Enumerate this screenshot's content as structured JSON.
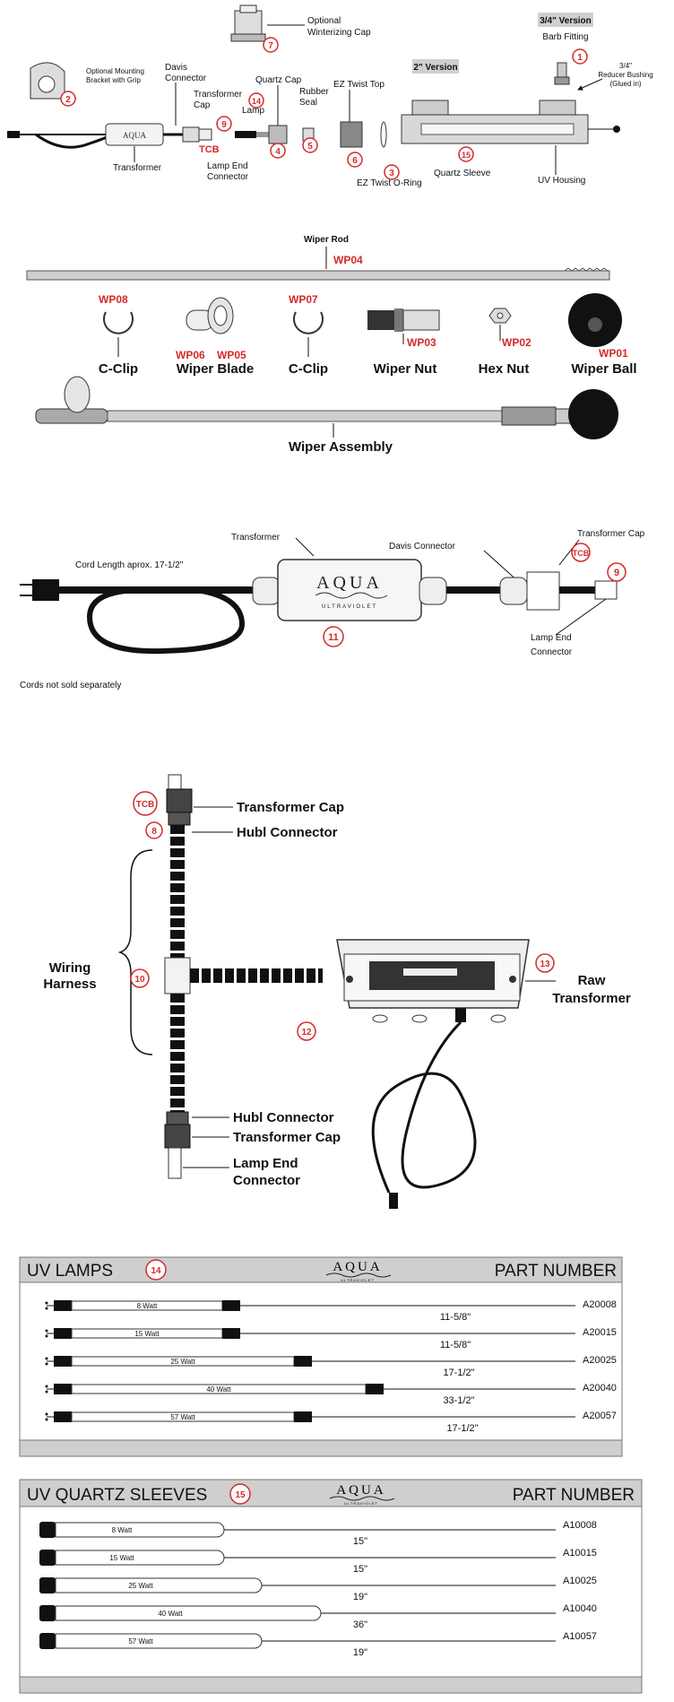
{
  "section1": {
    "optional_winterizing_cap": "Optional\nWinterizing Cap",
    "optional_winterizing_cap_l1": "Optional",
    "optional_winterizing_cap_l2": "Winterizing Cap",
    "version_34": "3/4\" Version",
    "barb_fitting": "Barb Fitting",
    "reducer_l1": "3/4\"",
    "reducer_l2": "Reducer Bushing",
    "reducer_l3": "(Glued in)",
    "version_2": "2\" Version",
    "mounting_l1": "Optional Mounting",
    "mounting_l2": "Bracket with Grip",
    "davis_l1": "Davis",
    "davis_l2": "Connector",
    "transformer_cap_l1": "Transformer",
    "transformer_cap_l2": "Cap",
    "tcb": "TCB",
    "lamp": "Lamp",
    "quartz_cap": "Quartz Cap",
    "rubber_l1": "Rubber",
    "rubber_l2": "Seal",
    "ez_twist_top": "EZ Twist Top",
    "transformer": "Transformer",
    "lamp_end_l1": "Lamp End",
    "lamp_end_l2": "Connector",
    "quartz_sleeve": "Quartz Sleeve",
    "uv_housing": "UV Housing",
    "ez_oring": "EZ Twist O-Ring",
    "n1": "1",
    "n2": "2",
    "n3": "3",
    "n4": "4",
    "n5": "5",
    "n6": "6",
    "n7": "7",
    "n9": "9",
    "n14": "14",
    "n15": "15"
  },
  "section2": {
    "wiper_rod": "Wiper Rod",
    "wp04": "WP04",
    "wp08": "WP08",
    "wp07": "WP07",
    "wp06": "WP06",
    "wp05": "WP05",
    "wp03": "WP03",
    "wp02": "WP02",
    "wp01": "WP01",
    "c_clip": "C-Clip",
    "wiper_blade": "Wiper Blade",
    "wiper_nut": "Wiper Nut",
    "hex_nut": "Hex Nut",
    "wiper_ball": "Wiper Ball",
    "wiper_assembly": "Wiper Assembly"
  },
  "section3": {
    "transformer": "Transformer",
    "davis_connector": "Davis Connector",
    "transformer_cap": "Transformer Cap",
    "tcb": "TCB",
    "n9": "9",
    "n11": "11",
    "cord_length": "Cord Length aprox. 17-1/2\"",
    "lamp_end_l1": "Lamp End",
    "lamp_end_l2": "Connector",
    "cords_note": "Cords not sold separately",
    "logo": "AQUA",
    "logo_sub": "ULTRAVIOLET"
  },
  "section4": {
    "tcb": "TCB",
    "n8": "8",
    "n10": "10",
    "n12": "12",
    "n13": "13",
    "transformer_cap": "Transformer Cap",
    "hubl_connector": "Hubl Connector",
    "wiring_l1": "Wiring",
    "wiring_l2": "Harness",
    "raw_l1": "Raw",
    "raw_l2": "Transformer",
    "hubl_connector_2": "Hubl Connector",
    "transformer_cap_2": "Transformer Cap",
    "lamp_end_l1": "Lamp End",
    "lamp_end_l2": "Connector"
  },
  "uv_lamps": {
    "title": "UV LAMPS",
    "badge": "14",
    "part_number": "PART NUMBER",
    "logo": "AQUA",
    "logo_sub": "ULTRAVIOLET",
    "rows": [
      {
        "watt": "8 Watt",
        "length": "11-5/8\"",
        "part": "A20008"
      },
      {
        "watt": "15 Watt",
        "length": "11-5/8\"",
        "part": "A20015"
      },
      {
        "watt": "25 Watt",
        "length": "17-1/2\"",
        "part": "A20025"
      },
      {
        "watt": "40 Watt",
        "length": "33-1/2\"",
        "part": "A20040"
      },
      {
        "watt": "57 Watt",
        "length": "17-1/2\"",
        "part": "A20057"
      }
    ]
  },
  "uv_sleeves": {
    "title": "UV QUARTZ SLEEVES",
    "badge": "15",
    "part_number": "PART NUMBER",
    "logo": "AQUA",
    "logo_sub": "ULTRAVIOLET",
    "rows": [
      {
        "watt": "8 Watt",
        "length": "15\"",
        "part": "A10008"
      },
      {
        "watt": "15 Watt",
        "length": "15\"",
        "part": "A10015"
      },
      {
        "watt": "25 Watt",
        "length": "19\"",
        "part": "A10025"
      },
      {
        "watt": "40 Watt",
        "length": "36\"",
        "part": "A10040"
      },
      {
        "watt": "57 Watt",
        "length": "19\"",
        "part": "A10057"
      }
    ]
  },
  "colors": {
    "red": "#d42a2a",
    "panel_gray": "#cfcfcf",
    "dark": "#111111"
  }
}
